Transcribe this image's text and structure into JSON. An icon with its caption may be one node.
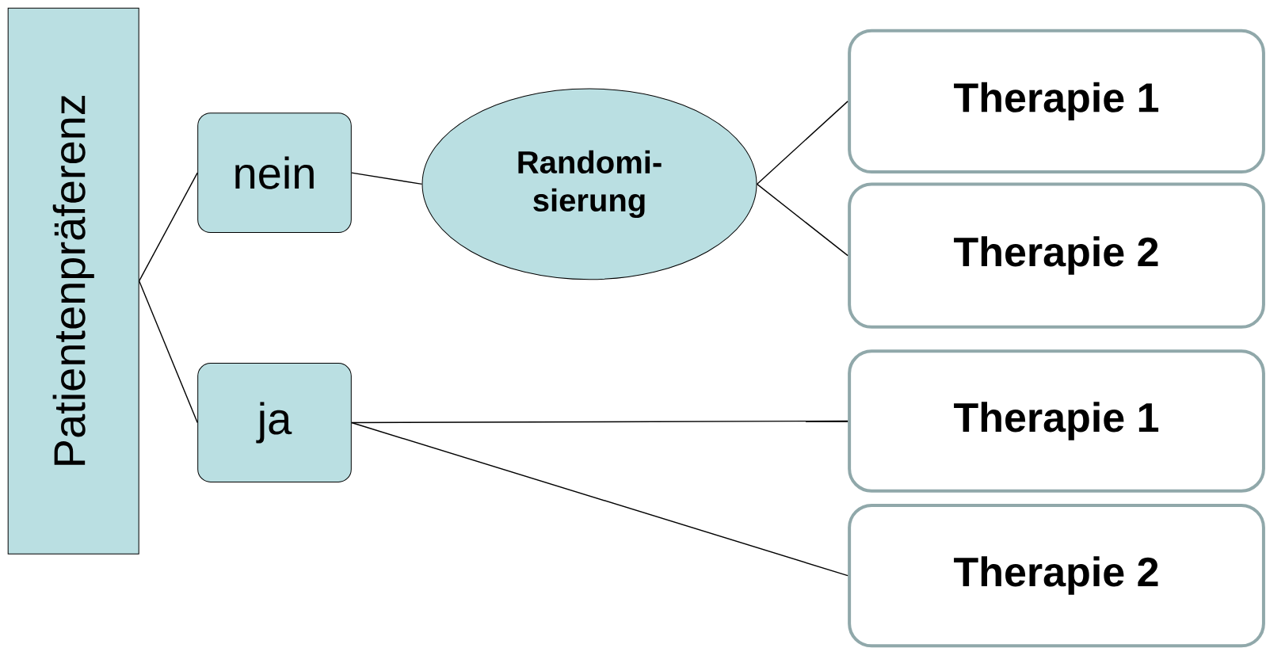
{
  "diagram": {
    "nodes": [
      {
        "text": [
          "Patientenpräferenz"
        ]
      },
      {
        "text": [
          "nein"
        ]
      },
      {
        "text": [
          "ja"
        ]
      },
      {
        "text": [
          "Randomi- sierung"
        ]
      },
      {
        "text": [
          "Therapie 1"
        ]
      },
      {
        "text": [
          "Therapie 2"
        ]
      },
      {
        "text": [
          "Therapie 1"
        ]
      },
      {
        "text": [
          "Therapie 2"
        ]
      }
    ],
    "edges": [
      {
        "from": 0,
        "to": 1,
        "arrow": "none"
      },
      {
        "from": 0,
        "to": 2,
        "arrow": "none"
      },
      {
        "from": 1,
        "to": 3,
        "arrow": "none"
      },
      {
        "from": 3,
        "to": 4,
        "arrow": "none"
      },
      {
        "from": 3,
        "to": 5,
        "arrow": "none"
      },
      {
        "from": 2,
        "to": 6,
        "arrow": "none"
      },
      {
        "from": 2,
        "to": 7,
        "arrow": "none"
      }
    ]
  }
}
